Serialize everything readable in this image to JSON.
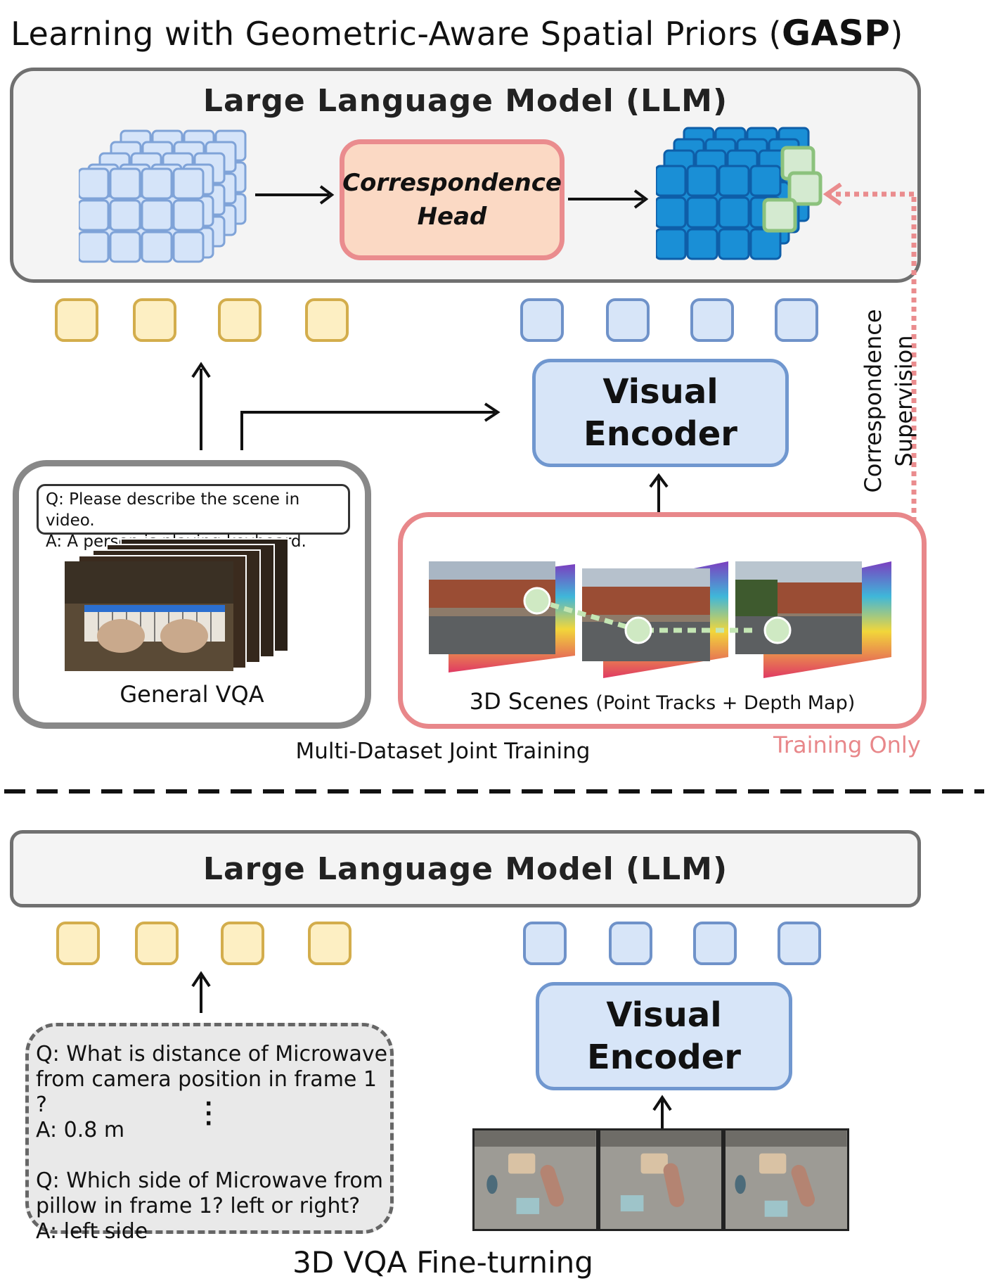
{
  "title": {
    "text": "Learning with Geometric-Aware Spatial Priors (",
    "bold": "GASP",
    "close": ")"
  },
  "top": {
    "llm_title": "Large Language Model (LLM)",
    "corr_head_line1": "Correspondence",
    "corr_head_line2": "Head",
    "encoder_line1": "Visual",
    "encoder_line2": "Encoder",
    "vqa_q": "Q: Please describe the scene in video.",
    "vqa_a": "A: A person is playing keyboard.",
    "vqa_label": "General VQA",
    "scenes_label": "3D Scenes",
    "scenes_sub": "(Point Tracks + Depth Map)",
    "joint_label": "Multi-Dataset Joint Training",
    "training_only": "Training Only",
    "supervision_line1": "Correspondence",
    "supervision_line2": "Supervision"
  },
  "bottom": {
    "llm_title": "Large Language Model (LLM)",
    "encoder_line1": "Visual",
    "encoder_line2": "Encoder",
    "q1_line1": "Q: What is distance of Microwave",
    "q1_line2": "from camera position in frame 1 ?",
    "a1": "A: 0.8 m",
    "q2_line1": "Q: Which side of Microwave from",
    "q2_line2": "pillow in frame 1? left or right?",
    "a2": "A: left side",
    "finetune_label": "3D VQA Fine-turning"
  },
  "colors": {
    "token_yellow": "#fdefc3",
    "token_blue": "#d7e5f8",
    "correspondence_red": "#e8878a",
    "feature_blue": "#1a8fd6",
    "feature_light": "#d5e4f9"
  }
}
